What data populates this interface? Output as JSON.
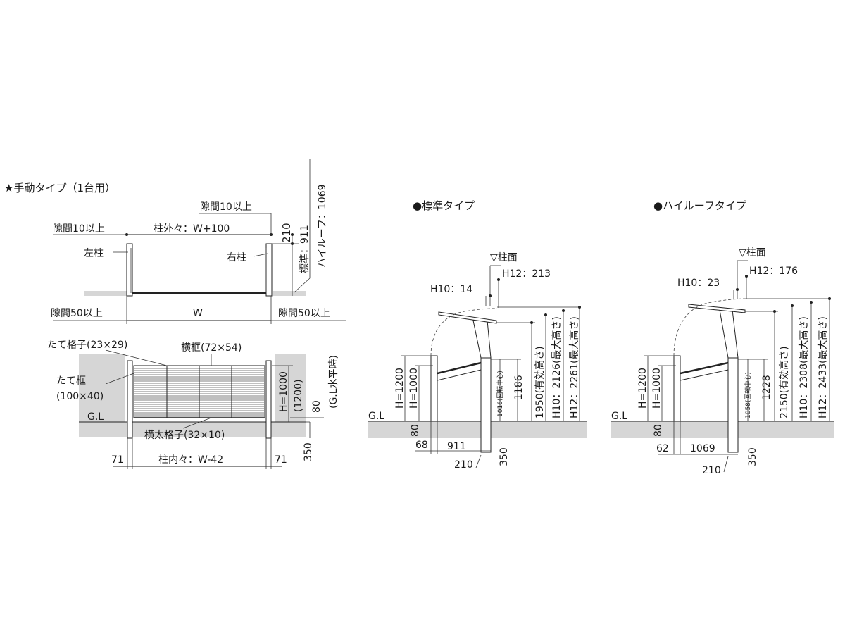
{
  "manual": {
    "title": "★手動タイプ（1台用）",
    "gap10_top": "隙間10以上",
    "gap10_left": "隙間10以上",
    "post_outer": "柱外々：W+100",
    "left_post": "左柱",
    "right_post": "右柱",
    "gap50_left": "隙間50以上",
    "gap50_right": "隙間50以上",
    "width_label": "W",
    "dim_210": "210",
    "std_911": "標準：911",
    "highroof_1069": "ハイルーフ：1069",
    "vertical_lattice": "たて格子(23×29)",
    "horizontal_frame": "横框(72×54)",
    "vertical_frame_1": "たて框",
    "vertical_frame_2": "(100×40)",
    "gl": "G.L",
    "h1000": "H=1000",
    "h1200": "(1200)",
    "gl_level": "(G.L水平時)",
    "dim_80": "80",
    "horizontal_thick_lattice": "横太格子(32×10)",
    "dim_350": "350",
    "dim_71_left": "71",
    "post_inner": "柱内々：W-42",
    "dim_71_right": "71"
  },
  "standard": {
    "title": "●標準タイプ",
    "pillar_face": "▽柱面",
    "h12": "H12：213",
    "h10": "H10：14",
    "h1200": "H=1200",
    "h1000": "H=1000",
    "rotation": "1016(回転中心)",
    "dim_1186": "1186",
    "effective": "1950(有効高さ)",
    "h10_max": "H10：2126(最大高さ)",
    "h12_max": "H12：2261(最大高さ)",
    "gl": "G.L",
    "dim_80": "80",
    "dim_68": "68",
    "dim_911": "911",
    "dim_350": "350",
    "dim_210": "210"
  },
  "highroof": {
    "title": "●ハイルーフタイプ",
    "pillar_face": "▽柱面",
    "h12": "H12：176",
    "h10": "H10：23",
    "h1200": "H=1200",
    "h1000": "H=1000",
    "rotation": "1058(回転中心)",
    "dim_1228": "1228",
    "effective": "2150(有効高さ)",
    "h10_max": "H10：2308(最大高さ)",
    "h12_max": "H12：2433(最大高さ)",
    "gl": "G.L",
    "dim_80": "80",
    "dim_62": "62",
    "dim_1069": "1069",
    "dim_350": "350",
    "dim_210": "210"
  }
}
